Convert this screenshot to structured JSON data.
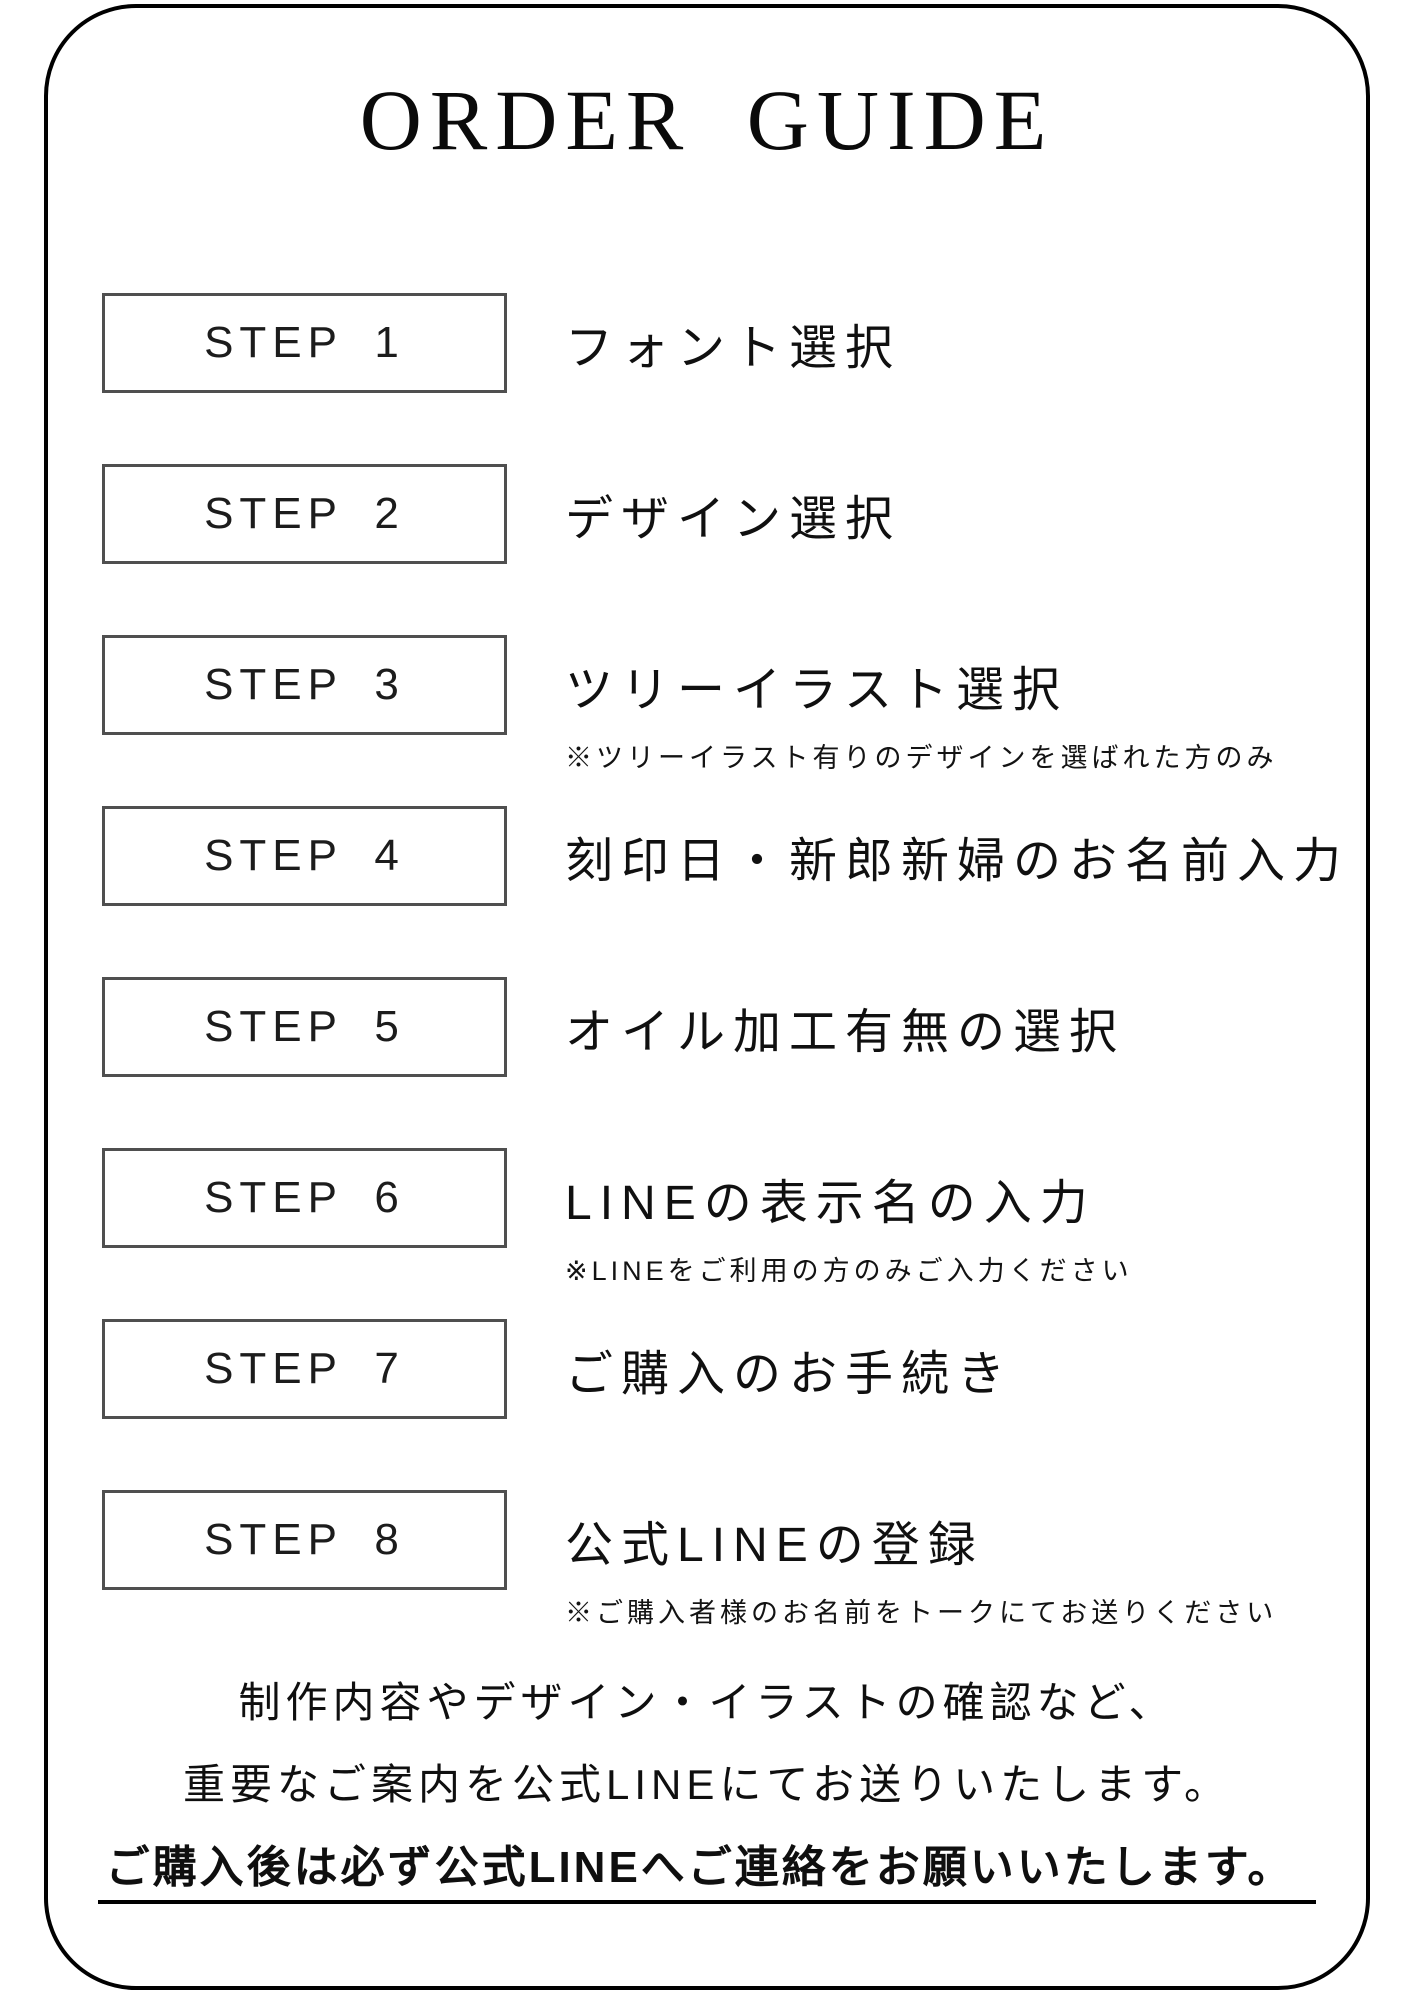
{
  "page": {
    "title": "ORDER GUIDE"
  },
  "steps": [
    {
      "label": "STEP 1",
      "title": "フォント選択"
    },
    {
      "label": "STEP 2",
      "title": "デザイン選択"
    },
    {
      "label": "STEP 3",
      "title": "ツリーイラスト選択",
      "note": "※ツリーイラスト有りのデザインを選ばれた方のみ"
    },
    {
      "label": "STEP 4",
      "title": "刻印日・新郎新婦のお名前入力"
    },
    {
      "label": "STEP 5",
      "title": "オイル加工有無の選択"
    },
    {
      "label": "STEP 6",
      "title": "LINEの表示名の入力",
      "note": "※LINEをご利用の方のみご入力ください"
    },
    {
      "label": "STEP 7",
      "title": "ご購入のお手続き"
    },
    {
      "label": "STEP 8",
      "title": "公式LINEの登録",
      "note": "※ご購入者様のお名前をトークにてお送りください"
    }
  ],
  "footer": {
    "line1": "制作内容やデザイン・イラストの確認など、",
    "line2": "重要なご案内を公式LINEにてお送りいたします。",
    "line3": "ご購入後は必ず公式LINEへご連絡をお願いいたします。"
  },
  "colors": {
    "page_border": "#000000",
    "box_border": "#4f4f4f",
    "text": "#111111"
  }
}
